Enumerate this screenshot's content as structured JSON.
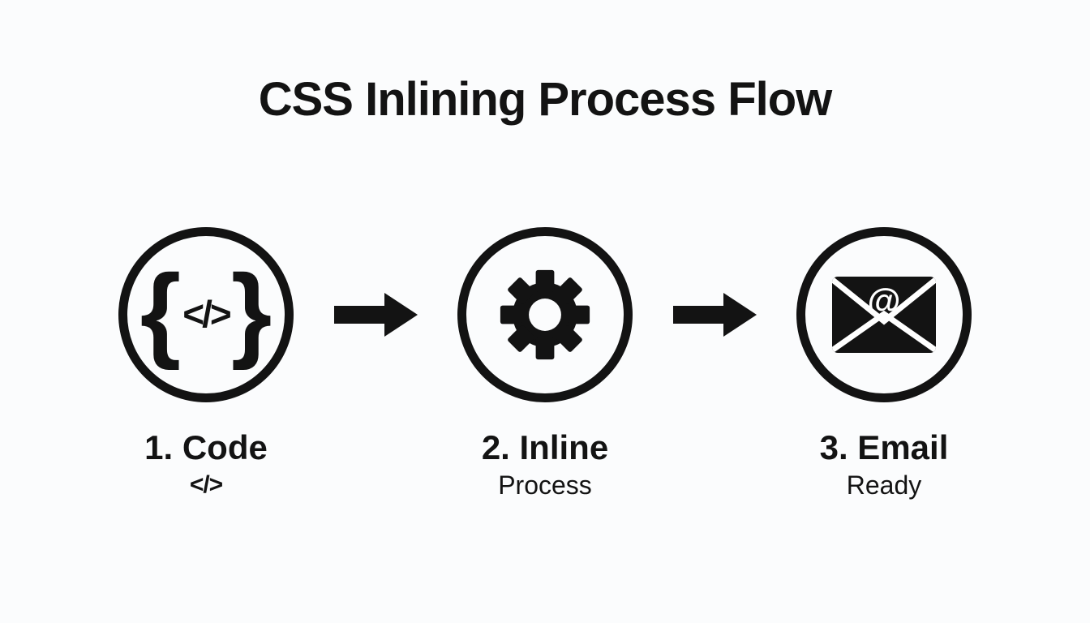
{
  "title": "CSS Inlining Process Flow",
  "colors": {
    "foreground": "#131313",
    "background": "#fbfcfd"
  },
  "code_icon": {
    "left": "{",
    "middle": "</>",
    "right": "}"
  },
  "email_icon": {
    "at_symbol": "@"
  },
  "steps": [
    {
      "label": "1. Code",
      "sublabel": "</>",
      "icon": "code-braces-icon"
    },
    {
      "label": "2. Inline",
      "sublabel": "Process",
      "icon": "gear-icon"
    },
    {
      "label": "3. Email",
      "sublabel": "Ready",
      "icon": "envelope-at-icon"
    }
  ]
}
